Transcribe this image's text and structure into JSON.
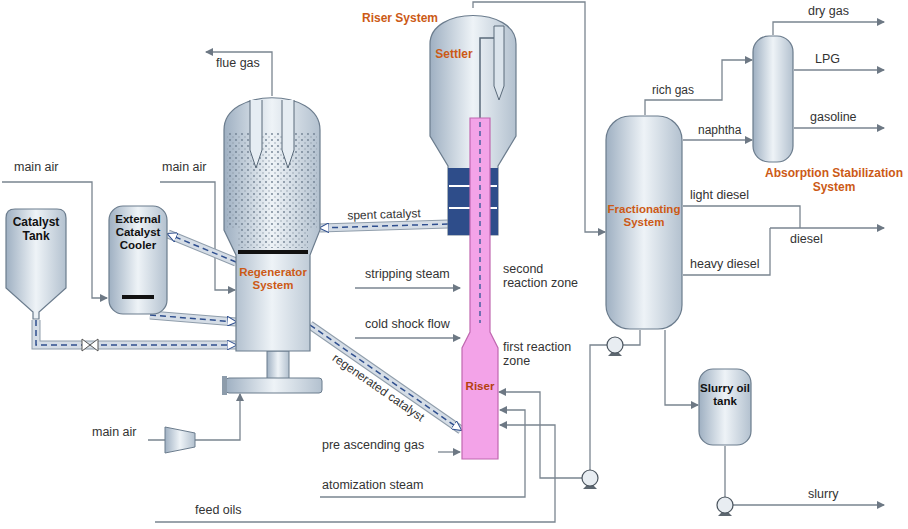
{
  "diagram": {
    "nodes": [
      {
        "text": [
          "Catalyst Tank"
        ]
      },
      {
        "text": [
          "External Catalyst Cooler"
        ]
      },
      {
        "text": [
          "Regenerator System"
        ]
      },
      {
        "text": [
          "Settler"
        ]
      },
      {
        "text": [
          "Riser"
        ]
      },
      {
        "text": [
          "Fractionating System"
        ]
      },
      {
        "text": [
          "Absorption Stabilization System"
        ]
      },
      {
        "text": [
          "Slurry oil tank"
        ]
      }
    ],
    "edges": [
      {
        "from": 3,
        "to": 2,
        "arrow": "to",
        "label": "spent catalyst"
      },
      {
        "from": 2,
        "to": 4,
        "arrow": "to",
        "label": "regenerated catalyst"
      },
      {
        "from": 0,
        "to": 2,
        "arrow": "to"
      },
      {
        "from": 2,
        "to": 1,
        "arrow": "to"
      },
      {
        "from": 1,
        "to": 2,
        "arrow": "to"
      },
      {
        "from": 3,
        "to": 5,
        "arrow": "to"
      },
      {
        "from": 5,
        "to": 6,
        "arrow": "to",
        "label": "rich gas"
      },
      {
        "from": 5,
        "to": 6,
        "arrow": "to",
        "label": "naphtha"
      },
      {
        "from": 5,
        "to": 7,
        "arrow": "to"
      },
      {
        "from": 5,
        "to": 4,
        "arrow": "to"
      }
    ],
    "labels": [
      "Riser System",
      "flue gas",
      "main air",
      "main air",
      "stripping steam",
      "second reaction zone",
      "cold shock flow",
      "first reaction zone",
      "main air",
      "pre ascending gas",
      "atomization steam",
      "feed oils",
      "dry gas",
      "LPG",
      "gasoline",
      "light diesel",
      "diesel",
      "heavy diesel",
      "slurry"
    ]
  }
}
